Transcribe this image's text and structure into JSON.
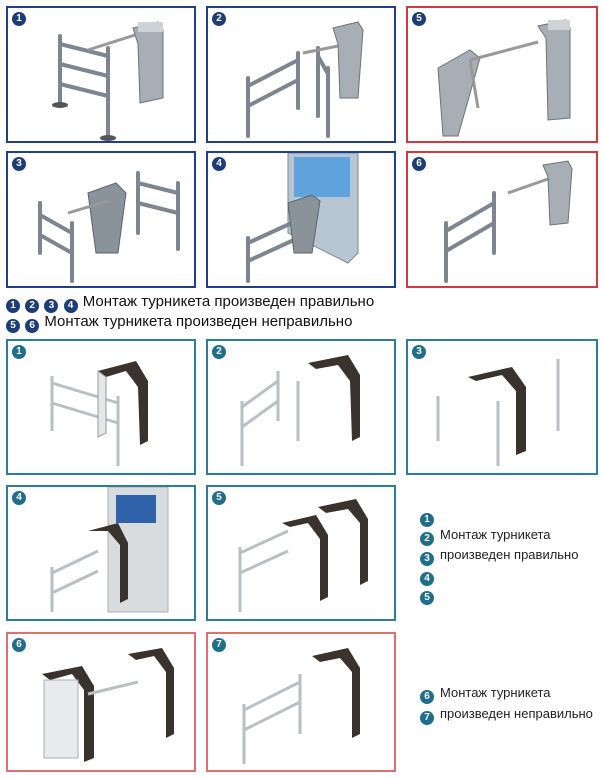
{
  "top": {
    "panels": [
      {
        "number": "1"
      },
      {
        "number": "2"
      },
      {
        "number": "5"
      },
      {
        "number": "3"
      },
      {
        "number": "4"
      },
      {
        "number": "6"
      }
    ],
    "caption_correct": {
      "numbers": [
        "1",
        "2",
        "3",
        "4"
      ],
      "text": "Монтаж турникета произведен правильно"
    },
    "caption_wrong": {
      "numbers": [
        "5",
        "6"
      ],
      "text": "Монтаж турникета произведен неправильно"
    }
  },
  "bottom": {
    "panels": [
      {
        "number": "1"
      },
      {
        "number": "2"
      },
      {
        "number": "3"
      },
      {
        "number": "4"
      },
      {
        "number": "5"
      },
      {
        "number": "6"
      },
      {
        "number": "7"
      }
    ],
    "legend_correct": [
      {
        "number": "1",
        "text": ""
      },
      {
        "number": "2",
        "text": "Монтаж турникета"
      },
      {
        "number": "3",
        "text": "произведен правильно"
      },
      {
        "number": "4",
        "text": ""
      },
      {
        "number": "5",
        "text": ""
      }
    ],
    "legend_wrong": [
      {
        "number": "6",
        "text": "Монтаж турникета"
      },
      {
        "number": "7",
        "text": "произведен неправильно"
      }
    ]
  },
  "colors": {
    "correct_border": "#1f3f8f",
    "wrong_border": "#d33a3a",
    "bottom_correct_border": "#2a7f9c",
    "bottom_wrong_border": "#e07070",
    "badge": "#1c3d78"
  }
}
